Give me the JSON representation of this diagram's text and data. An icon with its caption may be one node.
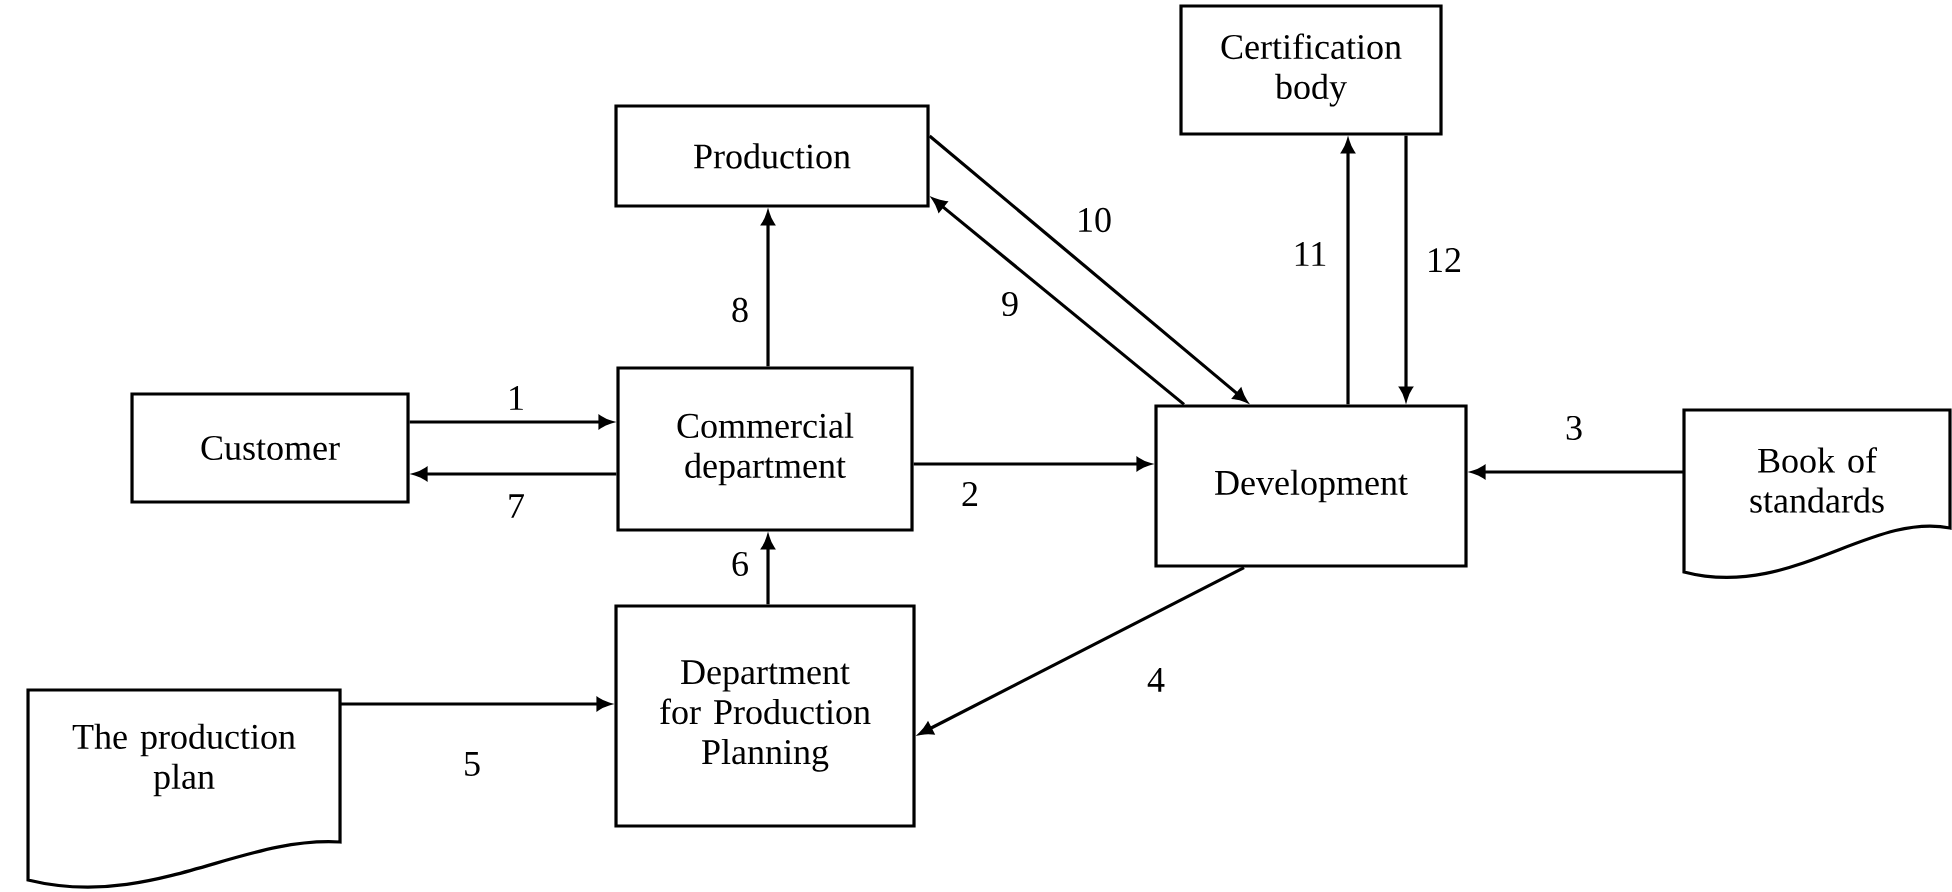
{
  "diagram": {
    "nodes": [
      {
        "text": [
          "Certification body"
        ]
      },
      {
        "text": [
          "Production"
        ]
      },
      {
        "text": [
          "Customer"
        ]
      },
      {
        "text": [
          "Commercial department"
        ]
      },
      {
        "text": [
          "Development"
        ]
      },
      {
        "text": [
          "Book of standards"
        ]
      },
      {
        "text": [
          "Department for Production Planning"
        ]
      },
      {
        "text": [
          "The production plan"
        ]
      }
    ],
    "edges": [
      {
        "from": 2,
        "to": 3,
        "arrow": "to",
        "label": "1"
      },
      {
        "from": 3,
        "to": 4,
        "arrow": "to",
        "label": "2"
      },
      {
        "from": 5,
        "to": 4,
        "arrow": "to",
        "label": "3"
      },
      {
        "from": 4,
        "to": 6,
        "arrow": "to",
        "label": "4"
      },
      {
        "from": 7,
        "to": 6,
        "arrow": "to",
        "label": "5"
      },
      {
        "from": 6,
        "to": 3,
        "arrow": "to",
        "label": "6"
      },
      {
        "from": 3,
        "to": 2,
        "arrow": "to",
        "label": "7"
      },
      {
        "from": 3,
        "to": 1,
        "arrow": "to",
        "label": "8"
      },
      {
        "from": 4,
        "to": 1,
        "arrow": "to",
        "label": "9"
      },
      {
        "from": 1,
        "to": 4,
        "arrow": "to",
        "label": "10"
      },
      {
        "from": 4,
        "to": 0,
        "arrow": "to",
        "label": "11"
      },
      {
        "from": 0,
        "to": 4,
        "arrow": "to",
        "label": "12"
      }
    ]
  }
}
